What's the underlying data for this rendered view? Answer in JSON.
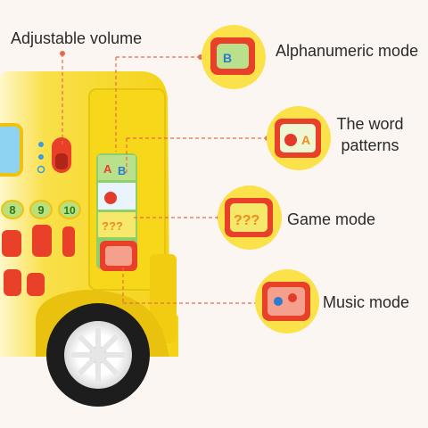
{
  "labels": {
    "volume": "Adjustable volume",
    "alphanumeric": "Alphanumeric mode",
    "word_patterns": "The word patterns",
    "game": "Game mode",
    "music": "Music mode"
  },
  "toy": {
    "number_buttons": [
      "8",
      "9",
      "10"
    ],
    "mode_window_qmarks": "???",
    "panel_letters": [
      "A",
      "B"
    ]
  },
  "colors": {
    "background": "#fbf6f2",
    "toy_yellow": "#f6d71a",
    "button_red": "#e9402a",
    "leader_line": "#e86a4a",
    "wheel_black": "#1d1d1d"
  }
}
